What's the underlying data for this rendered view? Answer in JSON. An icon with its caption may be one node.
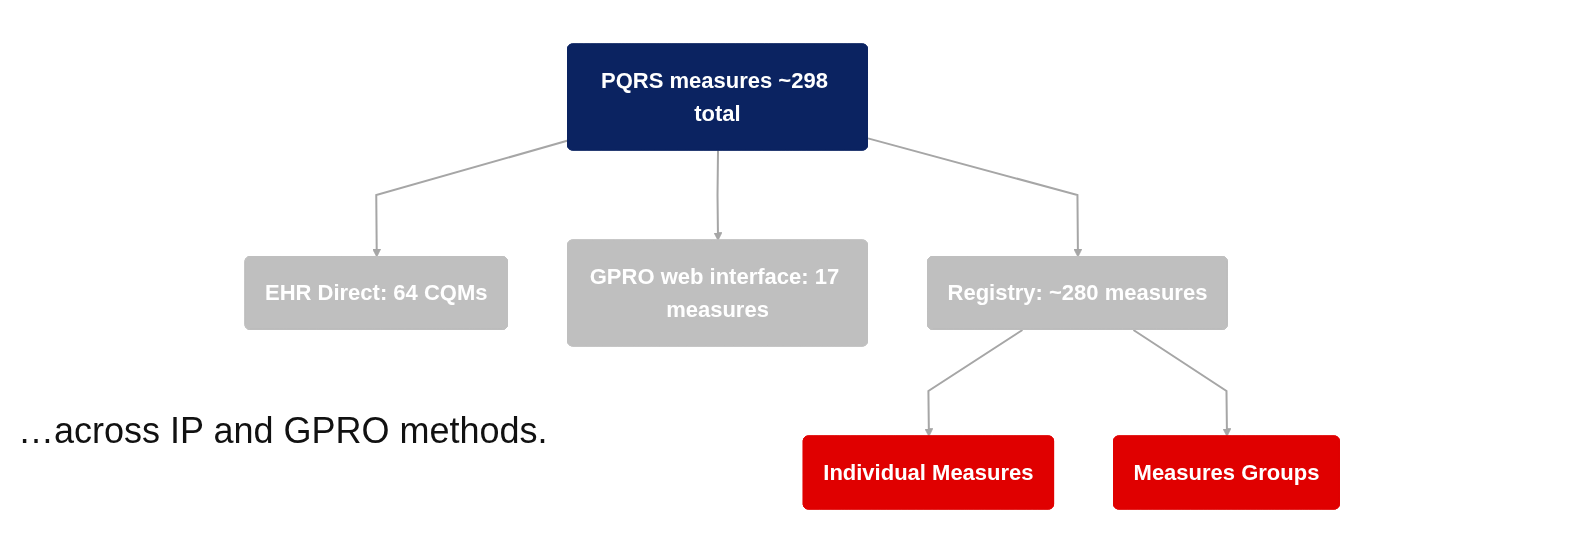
{
  "diagram": {
    "nodes": [
      {
        "text": [
          "PQRS measures ~298 total"
        ]
      },
      {
        "text": [
          "EHR Direct: 64 CQMs"
        ]
      },
      {
        "text": [
          "GPRO web interface: 17 measures"
        ]
      },
      {
        "text": [
          "Registry: ~280 measures"
        ]
      },
      {
        "text": [
          "Individual Measures"
        ]
      },
      {
        "text": [
          "Measures Groups"
        ]
      }
    ],
    "edges": [
      {
        "from": 0,
        "to": 1,
        "arrow": "to"
      },
      {
        "from": 0,
        "to": 2,
        "arrow": "to"
      },
      {
        "from": 0,
        "to": 3,
        "arrow": "to"
      },
      {
        "from": 3,
        "to": 4,
        "arrow": "to"
      },
      {
        "from": 3,
        "to": 5,
        "arrow": "to"
      }
    ],
    "labels": [
      "…across IP and GPRO methods."
    ]
  }
}
